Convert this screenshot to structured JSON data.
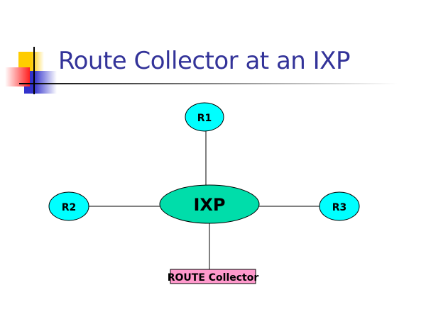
{
  "slide": {
    "title": "Route Collector at an IXP"
  },
  "diagram": {
    "center_node": {
      "label": "IXP",
      "color": "#00DDAA"
    },
    "routers": [
      {
        "label": "R1",
        "color": "#00FFFF"
      },
      {
        "label": "R2",
        "color": "#00FFFF"
      },
      {
        "label": "R3",
        "color": "#00FFFF"
      }
    ],
    "collector": {
      "label": "ROUTE Collector",
      "color": "#FF99CC"
    }
  },
  "colors": {
    "title": "#333399"
  }
}
